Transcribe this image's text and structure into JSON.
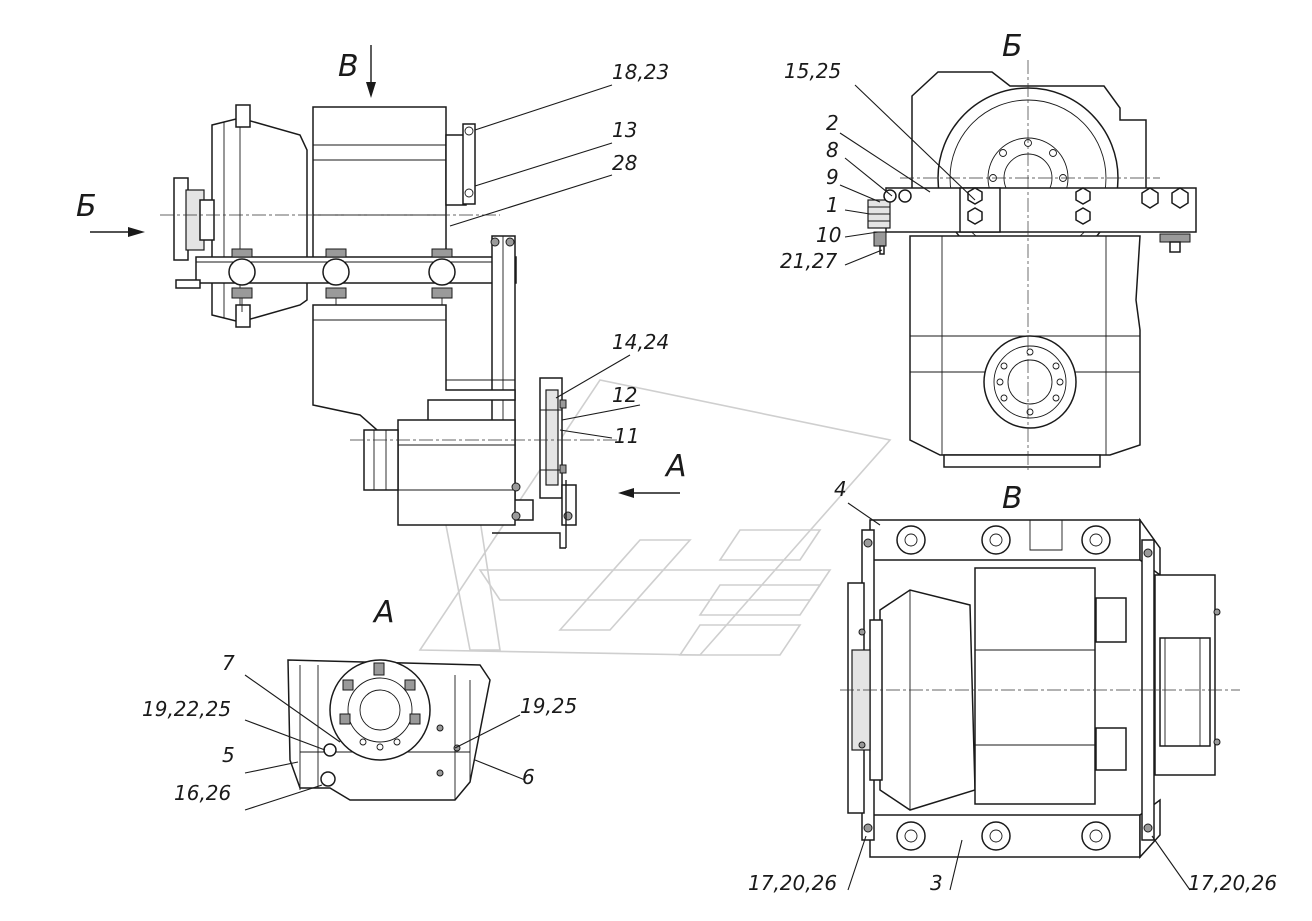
{
  "views": {
    "b_arrow": "Б",
    "v_arrow": "В",
    "a_arrow": "А",
    "view_b_title": "Б",
    "view_v_title": "В",
    "view_a_title": "А"
  },
  "callouts": {
    "c_18_23": "18,23",
    "c_13": "13",
    "c_28": "28",
    "c_14_24": "14,24",
    "c_12": "12",
    "c_11": "11",
    "c_15_25": "15,25",
    "c_2": "2",
    "c_8": "8",
    "c_9": "9",
    "c_1": "1",
    "c_10": "10",
    "c_21_27": "21,27",
    "c_4": "4",
    "c_17_20_26_left": "17,20,26",
    "c_3": "3",
    "c_17_20_26_right": "17,20,26",
    "c_7": "7",
    "c_19_22_25": "19,22,25",
    "c_5": "5",
    "c_16_26": "16,26",
    "c_19_25": "19,25",
    "c_6": "6"
  }
}
